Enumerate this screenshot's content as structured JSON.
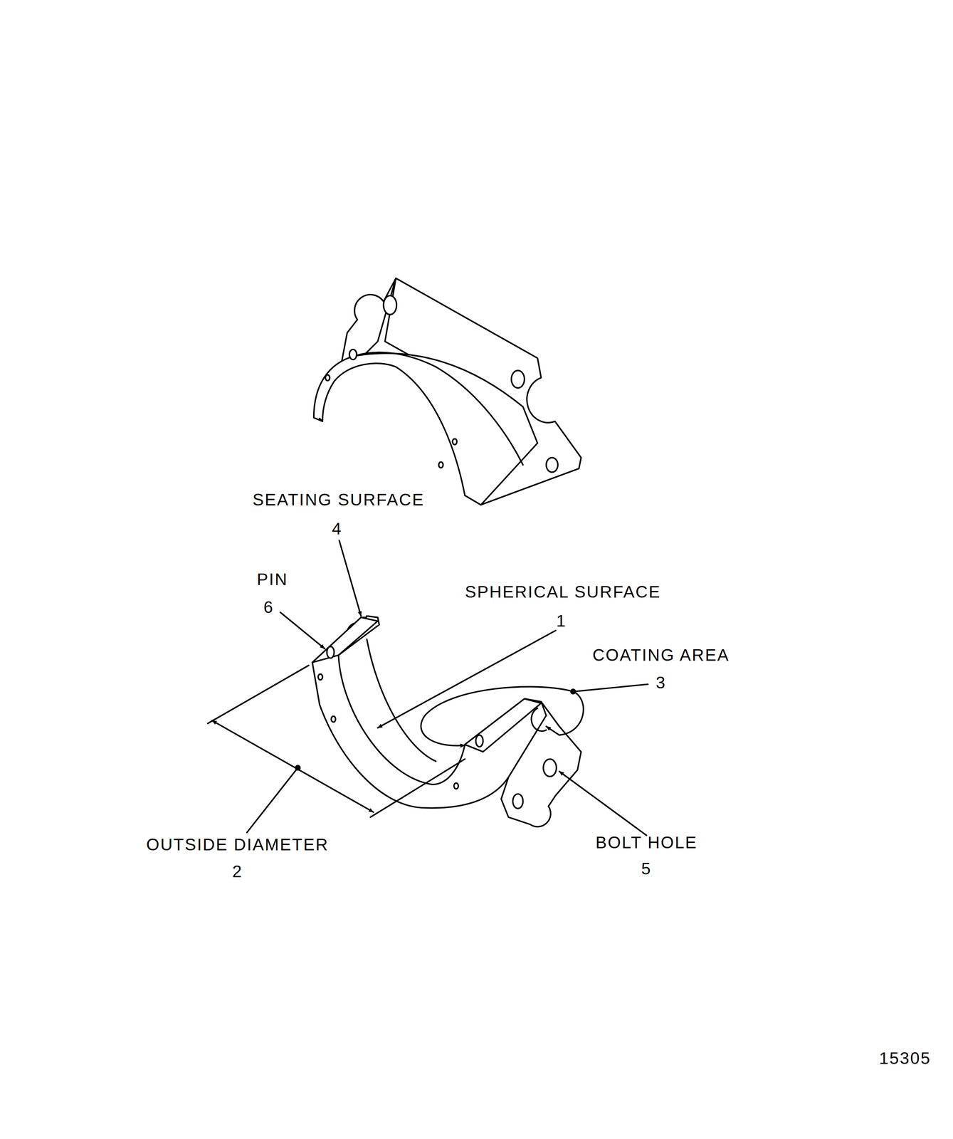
{
  "diagram": {
    "labels": [
      "SEATING SURFACE",
      "4",
      "PIN",
      "6",
      "SPHERICAL SURFACE",
      "1",
      "COATING AREA",
      "3",
      "OUTSIDE DIAMETER",
      "2",
      "BOLT HOLE",
      "5",
      "15305"
    ]
  }
}
